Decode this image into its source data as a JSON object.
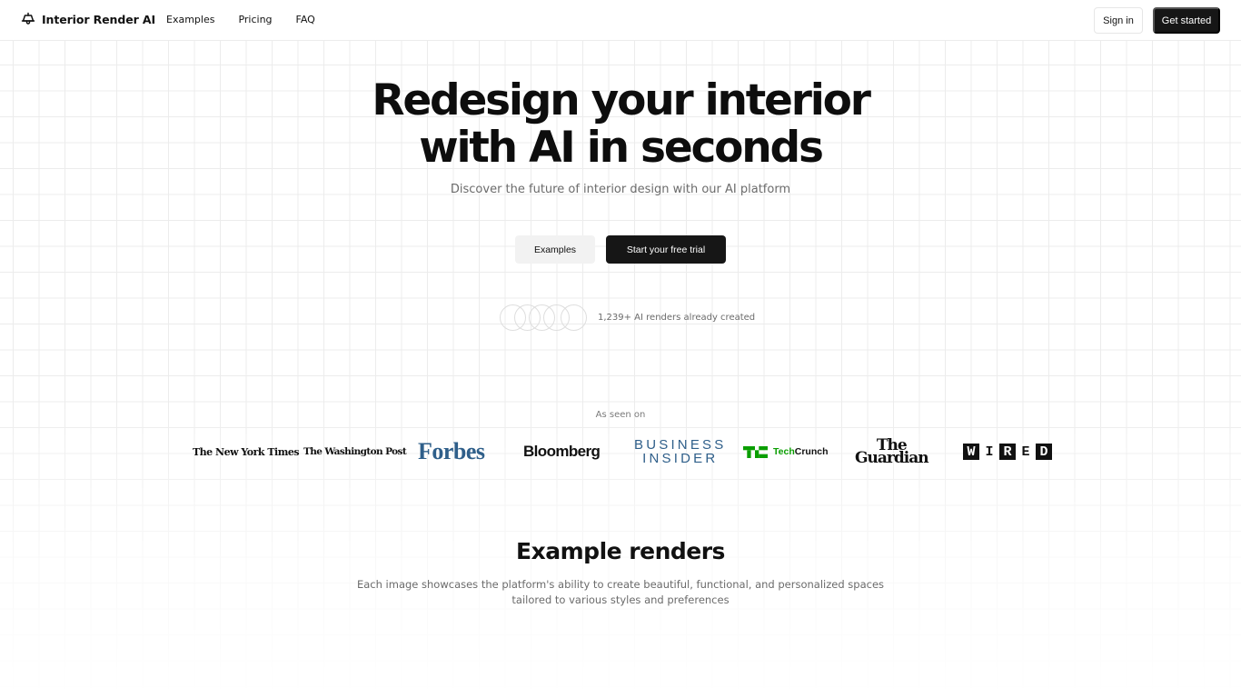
{
  "header": {
    "brand": {
      "icon": "lamp-icon",
      "name": "Interior Render AI"
    },
    "nav": [
      {
        "label": "Examples"
      },
      {
        "label": "Pricing"
      },
      {
        "label": "FAQ"
      }
    ],
    "sign_in_label": "Sign in",
    "get_started_label": "Get started"
  },
  "hero": {
    "title_line1": "Redesign your interior",
    "title_line2": "with AI in seconds",
    "subtitle": "Discover the future of interior design with our AI platform",
    "examples_button": "Examples",
    "trial_button": "Start your free trial",
    "social_proof": {
      "avatar_count": 5,
      "text": "1,239+ AI renders already created"
    }
  },
  "press": {
    "label": "As seen on",
    "logos": [
      {
        "name": "The New York Times"
      },
      {
        "name": "The Washington Post"
      },
      {
        "name": "Forbes",
        "color": "#2f5f8a"
      },
      {
        "name": "Bloomberg"
      },
      {
        "name": "BUSINESS INSIDER",
        "line1": "BUSINESS",
        "line2": "INSIDER",
        "color": "#2f5f8a"
      },
      {
        "name": "TechCrunch",
        "part1": "Tech",
        "part2": "Crunch",
        "color": "#0a9e01"
      },
      {
        "name": "The Guardian",
        "line1": "The",
        "line2": "Guardian"
      },
      {
        "name": "WIRED",
        "letters": [
          "W",
          "I",
          "R",
          "E",
          "D"
        ]
      }
    ]
  },
  "examples_section": {
    "title": "Example renders",
    "description_line1": "Each image showcases the platform's ability to create beautiful, functional, and personalized spaces",
    "description_line2": "tailored to various styles and preferences"
  },
  "colors": {
    "primary_dark": "#161616",
    "muted_text": "#6b6b6b",
    "grid_line": "#ececec",
    "secondary_button_bg": "#f2f2f2"
  }
}
